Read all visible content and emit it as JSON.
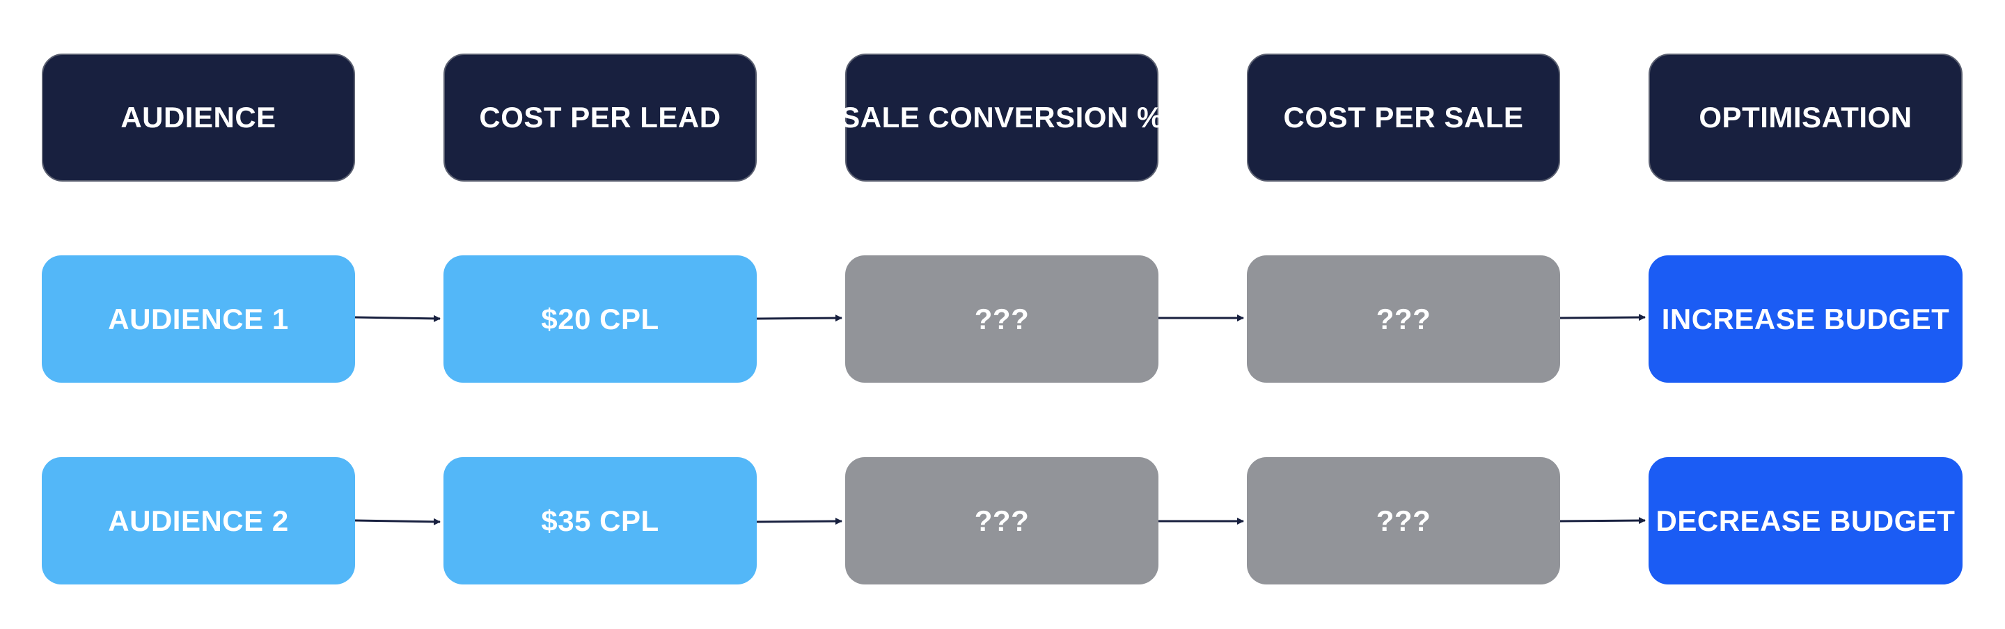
{
  "headers": [
    "AUDIENCE",
    "COST PER LEAD",
    "SALE CONVERSION %",
    "COST PER SALE",
    "OPTIMISATION"
  ],
  "rows": [
    {
      "audience": "AUDIENCE 1",
      "cost_per_lead": "$20 CPL",
      "sale_conversion": "???",
      "cost_per_sale": "???",
      "optimisation": "INCREASE BUDGET"
    },
    {
      "audience": "AUDIENCE 2",
      "cost_per_lead": "$35 CPL",
      "sale_conversion": "???",
      "cost_per_sale": "???",
      "optimisation": "DECREASE BUDGET"
    }
  ],
  "colors": {
    "header_bg": "#18203f",
    "audience_bg": "#53b7f8",
    "unknown_bg": "#929499",
    "optimisation_bg": "#1b5cf4",
    "arrow": "#18203f"
  }
}
